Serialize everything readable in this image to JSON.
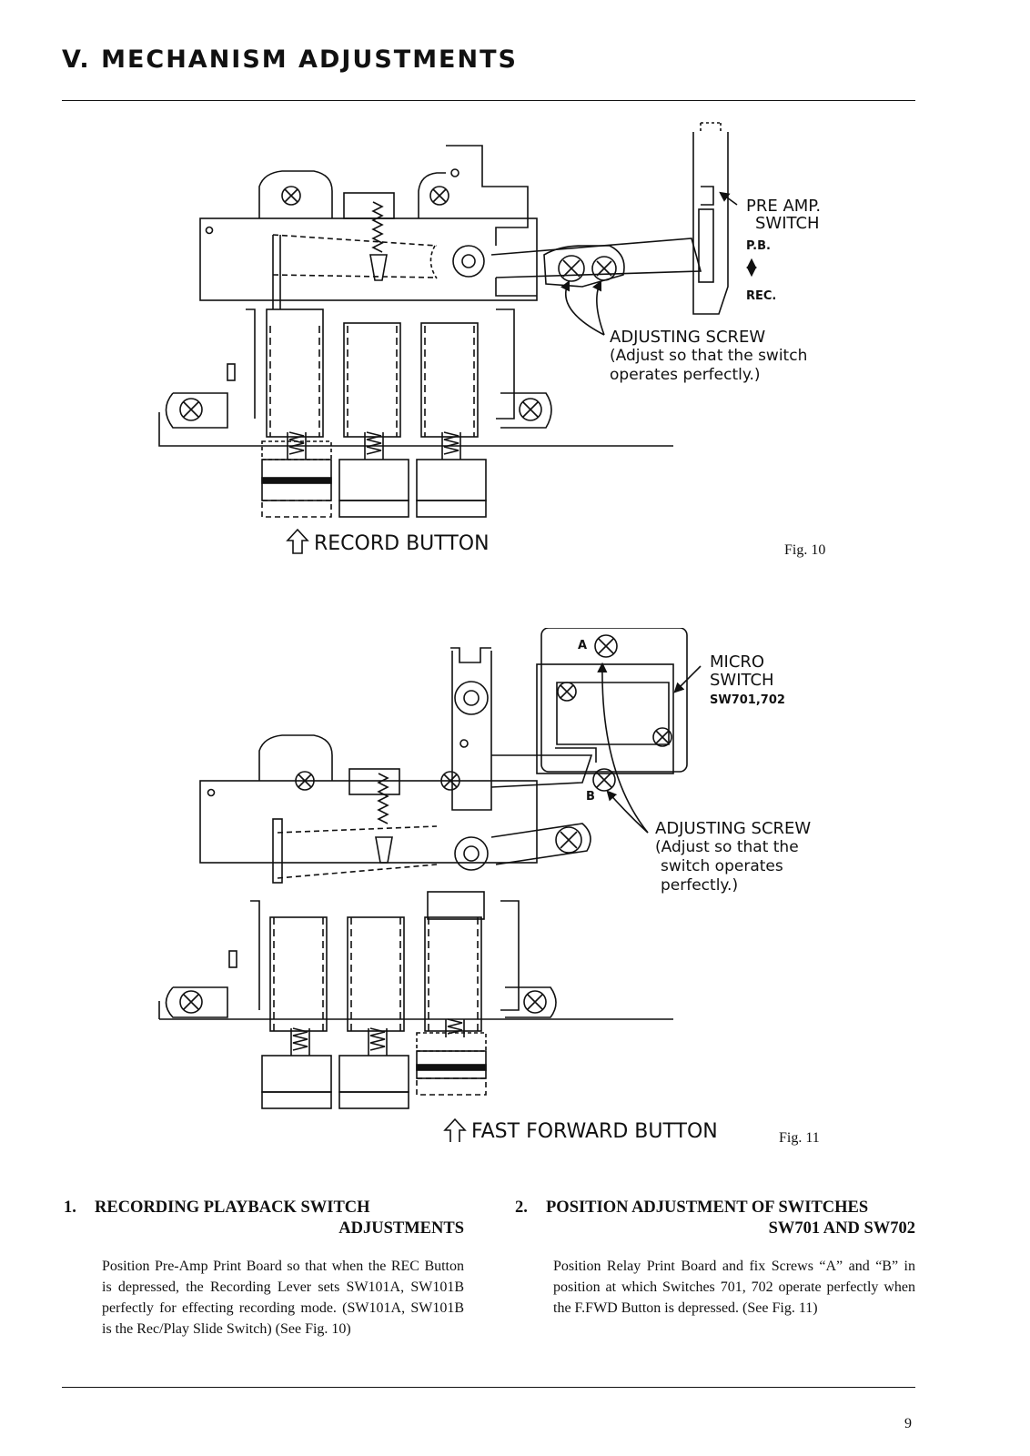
{
  "header": {
    "title": "V. MECHANISM ADJUSTMENTS"
  },
  "figure10": {
    "label_pre_amp": "PRE AMP.",
    "label_switch": "SWITCH",
    "label_pb": "P.B.",
    "label_rec": "REC.",
    "label_adjusting_screw": "ADJUSTING SCREW",
    "note_line1": "(Adjust so that the switch",
    "note_line2": "operates perfectly.)",
    "button_label": "RECORD BUTTON",
    "fig_number": "Fig. 10"
  },
  "figure11": {
    "label_micro": "MICRO",
    "label_switch": "SWITCH",
    "label_sw": "SW701,702",
    "label_a": "A",
    "label_b": "B",
    "label_adjusting_screw": "ADJUSTING SCREW",
    "note_line1": "(Adjust so that the",
    "note_line2": "switch operates",
    "note_line3": "perfectly.)",
    "button_label": "FAST FORWARD BUTTON",
    "fig_number": "Fig. 11"
  },
  "section1": {
    "number": "1.",
    "title_line1": "RECORDING PLAYBACK SWITCH",
    "title_line2": "ADJUSTMENTS",
    "body": "Position Pre-Amp Print Board so that when the REC Button is depressed, the Recording Lever sets SW101A, SW101B perfectly for effecting recording mode. (SW101A, SW101B is the Rec/Play Slide Switch) (See Fig. 10)"
  },
  "section2": {
    "number": "2.",
    "title_line1": "POSITION ADJUSTMENT OF SWITCHES",
    "title_line2": "SW701 AND SW702",
    "body": "Position Relay Print Board and fix Screws “A” and “B” in position at which Switches 701, 702 operate perfectly when the F.FWD Button is depressed. (See Fig. 11)"
  },
  "footer": {
    "page_number": "9"
  }
}
